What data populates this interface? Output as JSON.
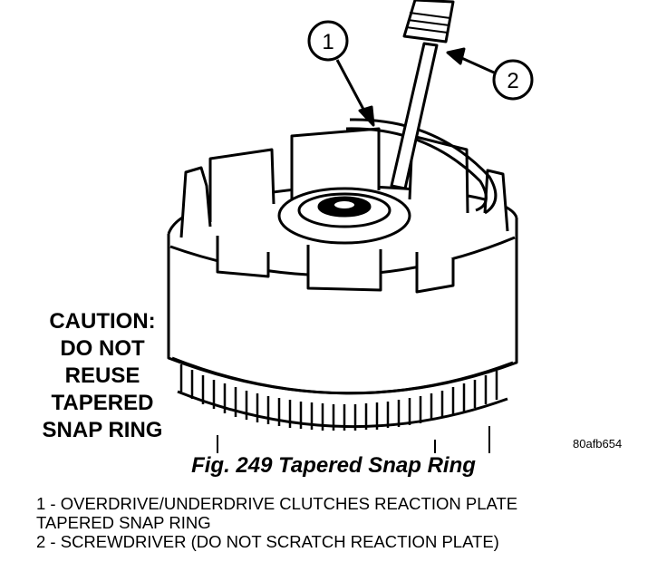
{
  "caution_lines": [
    "CAUTION:",
    "DO NOT",
    "REUSE",
    "TAPERED",
    "SNAP RING"
  ],
  "figure_code": "80afb654",
  "caption": "Fig. 249 Tapered Snap Ring",
  "callouts": {
    "one": "1",
    "two": "2"
  },
  "legend": {
    "item1_line1": "1 - OVERDRIVE/UNDERDRIVE CLUTCHES REACTION PLATE",
    "item1_line2": "TAPERED SNAP RING",
    "item2": "2 - SCREWDRIVER (DO NOT SCRATCH REACTION PLATE)"
  },
  "icons": [
    "arrow-icon"
  ],
  "colors": {
    "ink": "#000000",
    "paper": "#ffffff"
  }
}
